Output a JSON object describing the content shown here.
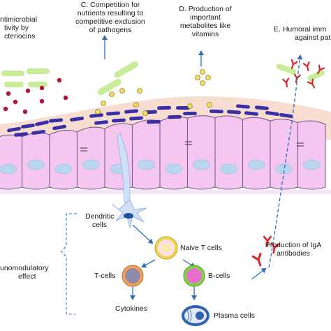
{
  "labels": {
    "a": [
      "ntimicrobial",
      "tivity by",
      "cteriocins"
    ],
    "c": [
      "C. Competition for",
      "nutrients resulting to",
      "competitive exclusion",
      "of pathogens"
    ],
    "d": [
      "D. Production of",
      "important",
      "metabolites like",
      "vitamins"
    ],
    "e": [
      "E. Humoral imm",
      "against patho"
    ],
    "dendritic": [
      "Dendritic",
      "cells"
    ],
    "naive": "Naive T cells",
    "tcells": "T-cells",
    "bcells": "B-cells",
    "cytokines": "Cytokines",
    "plasma": "Plasma cells",
    "iga": [
      "Production of IgA",
      "antibodies"
    ],
    "immuno": [
      "unomodulatory",
      "effect"
    ]
  },
  "colors": {
    "epithelium": "#f5c6f0",
    "epithelium_edge": "#7a5f92",
    "nucleus": "#b8d7ee",
    "mucus": "#f6ddd0",
    "bacteria_green": "#c9ec98",
    "bacteria_purple": "#3a2fa5",
    "pathogen_red": "#c8102e",
    "nutrient_yellow": "#f3dd5c",
    "arrow_blue": "#2f6db7",
    "antibody_red": "#d9252b",
    "dendritic_blue": "#8fb3e6",
    "naive_ring": "#f4d44d",
    "tcell_ring": "#f3a15a",
    "bcell_ring": "#7fd63f",
    "plasma_ring": "#2f63b0"
  }
}
